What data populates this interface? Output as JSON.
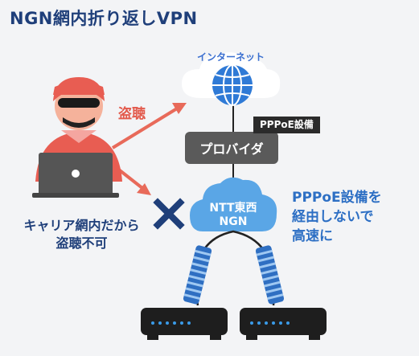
{
  "title": "NGN網内折り返しVPN",
  "labels": {
    "internet": "インターネット",
    "tap": "盗聴",
    "pppoe_equipment": "PPPoE設備",
    "provider": "プロバイダ",
    "ngn_line1": "NTT東西",
    "ngn_line2": "NGN",
    "bypass_line1": "PPPoE設備を",
    "bypass_line2": "経由しないで",
    "bypass_line3": "高速に",
    "carrier_line1": "キャリア網内だから",
    "carrier_line2": "盗聴不可"
  },
  "colors": {
    "title": "#1f3f7a",
    "tap": "#e35a4c",
    "accent_blue": "#2d6fc4",
    "provider_box": "#5a5a5a",
    "pppoe_tag": "#2b2b2b",
    "router": "#1e1e1e"
  },
  "icons": {
    "internet": "globe-icon",
    "block": "x-mark-icon",
    "hacker": "hacker-icon",
    "router": "router-icon"
  }
}
